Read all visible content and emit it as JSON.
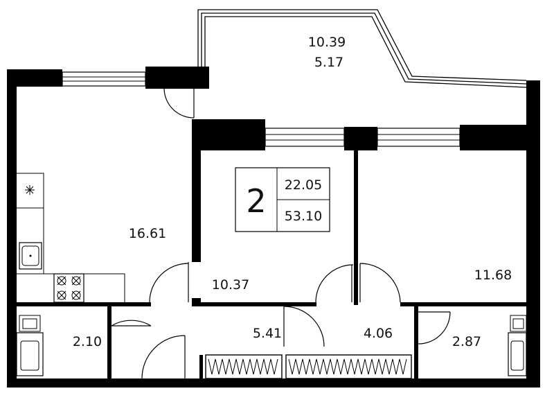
{
  "colors": {
    "wall": "#000000",
    "background": "#ffffff",
    "text": "#111111"
  },
  "apartment": {
    "rooms_count": "2",
    "living_area": "22.05",
    "total_area": "53.10"
  },
  "rooms": [
    {
      "id": "balcony",
      "lines": [
        "10.39",
        "5.17"
      ]
    },
    {
      "id": "kitchen",
      "lines": [
        "16.61"
      ]
    },
    {
      "id": "bedroom-left",
      "lines": [
        "10.37"
      ]
    },
    {
      "id": "bedroom-right",
      "lines": [
        "11.68"
      ]
    },
    {
      "id": "bathroom-left",
      "lines": [
        "2.10"
      ]
    },
    {
      "id": "hallway",
      "lines": [
        "5.41"
      ]
    },
    {
      "id": "corridor",
      "lines": [
        "4.06"
      ]
    },
    {
      "id": "bathroom-right",
      "lines": [
        "2.87"
      ]
    }
  ],
  "icons": [
    "snowflake-icon",
    "sink-icon",
    "stove-icon",
    "toilet-icon",
    "bathtub-icon",
    "wardrobe-icon"
  ]
}
